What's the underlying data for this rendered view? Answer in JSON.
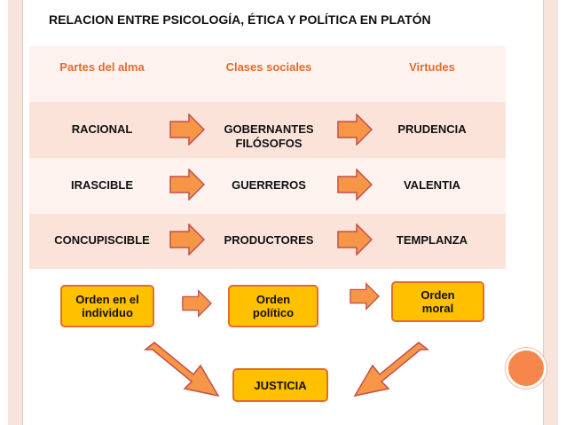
{
  "title": "RELACION ENTRE PSICOLOGÍA, ÉTICA Y POLÍTICA EN PLATÓN",
  "colors": {
    "accent": "#e36c2d",
    "box_fill": "#ffc000",
    "arrow_fill": "#f79646",
    "decor_circle": "#f7864c"
  },
  "headers": [
    "Partes del alma",
    "Clases sociales",
    "Virtudes"
  ],
  "rows": [
    {
      "alma": "RACIONAL",
      "clase_l1": "GOBERNANTES",
      "clase_l2": "FILÓSOFOS",
      "virtud": "PRUDENCIA"
    },
    {
      "alma": "IRASCIBLE",
      "clase_l1": "GUERREROS",
      "clase_l2": "",
      "virtud": "VALENTIA"
    },
    {
      "alma": "CONCUPISCIBLE",
      "clase_l1": "PRODUCTORES",
      "clase_l2": "",
      "virtud": "TEMPLANZA"
    }
  ],
  "boxes": {
    "individual_l1": "Orden en el",
    "individual_l2": "individuo",
    "politico_l1": "Orden",
    "politico_l2": "político",
    "moral_l1": "Orden",
    "moral_l2": "moral",
    "justicia": "JUSTICIA"
  }
}
